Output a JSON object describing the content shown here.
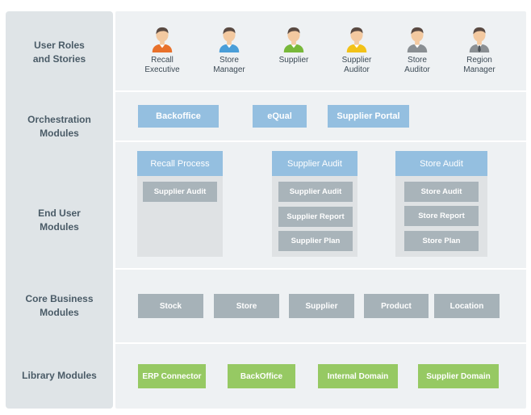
{
  "rows": {
    "user_roles": "User Roles\nand Stories",
    "orchestration": "Orchestration\nModules",
    "end_user": "End User\nModules",
    "core_business": "Core Business\nModules",
    "library": "Library Modules"
  },
  "users": [
    {
      "label": "Recall\nExecutive",
      "shirt": "#e8712b",
      "icon": "person-icon"
    },
    {
      "label": "Store\nManager",
      "shirt": "#4a9ed8",
      "icon": "person-icon"
    },
    {
      "label": "Supplier",
      "shirt": "#78b83a",
      "icon": "person-icon"
    },
    {
      "label": "Supplier\nAuditor",
      "shirt": "#f2c218",
      "icon": "person-icon"
    },
    {
      "label": "Store\nAuditor",
      "shirt": "#8a8f93",
      "icon": "person-icon"
    },
    {
      "label": "Region\nManager",
      "shirt": "#8a8f93",
      "icon": "person-tie-icon"
    }
  ],
  "orchestration_modules": [
    "Backoffice",
    "eQual",
    "Supplier Portal"
  ],
  "end_user_modules": [
    {
      "title": "Recall Process",
      "items": [
        "Supplier Audit"
      ]
    },
    {
      "title": "Supplier Audit",
      "items": [
        "Supplier Audit",
        "Supplier Report",
        "Supplier Plan"
      ]
    },
    {
      "title": "Store Audit",
      "items": [
        "Store Audit",
        "Store Report",
        "Store Plan"
      ]
    }
  ],
  "core_business_modules": [
    "Stock",
    "Store",
    "Supplier",
    "Product",
    "Location"
  ],
  "library_modules": [
    "ERP Connector",
    "BackOffice",
    "Internal Domain",
    "Supplier Domain"
  ],
  "colors": {
    "blue_module": "#94bfe0",
    "green_module": "#96c963",
    "gray_module": "#a6b2b8",
    "skin": "#f3c9a0",
    "hair": "#5a4a42"
  }
}
